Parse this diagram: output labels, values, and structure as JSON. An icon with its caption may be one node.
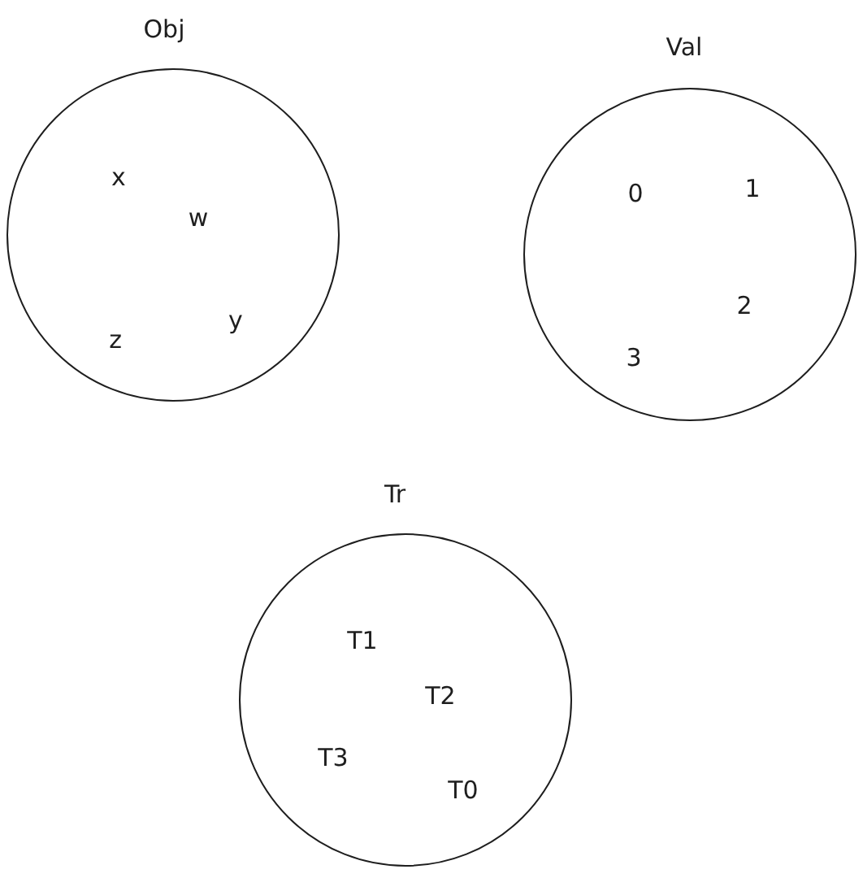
{
  "diagram": {
    "nodes": [
      {
        "text": [
          "Obj",
          "x",
          "w",
          "z",
          "y"
        ]
      },
      {
        "text": [
          "Val",
          "0",
          "1",
          "2",
          "3"
        ]
      },
      {
        "text": [
          "Tr",
          "T1",
          "T2",
          "T3",
          "T0"
        ]
      }
    ]
  }
}
